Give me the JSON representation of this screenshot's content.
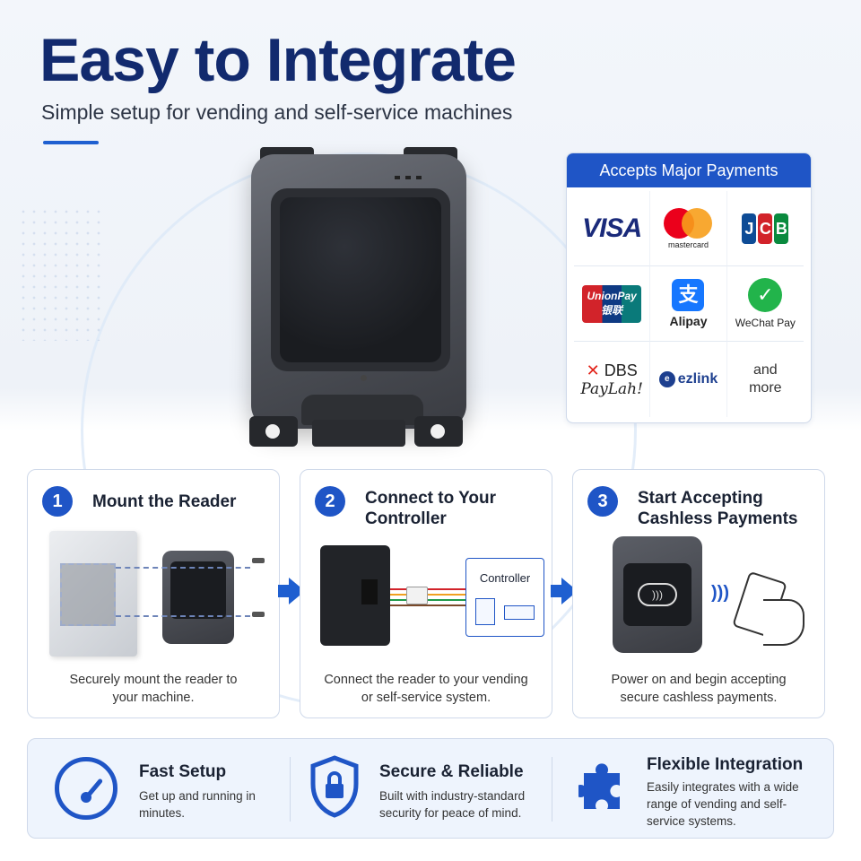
{
  "header": {
    "title": "Easy to Integrate",
    "subtitle": "Simple setup for vending and self-service machines"
  },
  "payments": {
    "heading": "Accepts Major Payments",
    "brands": {
      "visa": "VISA",
      "mastercard": "mastercard",
      "jcb": [
        "J",
        "C",
        "B"
      ],
      "unionpay": "UnionPay",
      "unionpay_cn": "银联",
      "alipay_glyph": "支",
      "alipay": "Alipay",
      "wechat": "WeChat Pay",
      "dbs": "DBS",
      "paylah": "PayLah!",
      "ezlink": "ezlink",
      "more": "and more"
    }
  },
  "steps": [
    {
      "number": "1",
      "title": "Mount the Reader",
      "description": "Securely mount the reader to your machine."
    },
    {
      "number": "2",
      "title": "Connect to Your Controller",
      "description": "Connect the reader to your vending or self-service system.",
      "diagram_label": "Controller"
    },
    {
      "number": "3",
      "title": "Start Accepting Cashless Payments",
      "description": "Power on and begin accepting secure cashless payments."
    }
  ],
  "features": [
    {
      "title": "Fast Setup",
      "description": "Get up and running in minutes.",
      "icon": "speedometer-icon"
    },
    {
      "title": "Secure & Reliable",
      "description": "Built with industry-standard security for peace of mind.",
      "icon": "shield-lock-icon"
    },
    {
      "title": "Flexible Integration",
      "description": "Easily integrates with a wide range of vending and self-service systems.",
      "icon": "puzzle-icon"
    }
  ],
  "colors": {
    "brand_navy": "#122a6e",
    "accent_blue": "#1f55c6"
  }
}
